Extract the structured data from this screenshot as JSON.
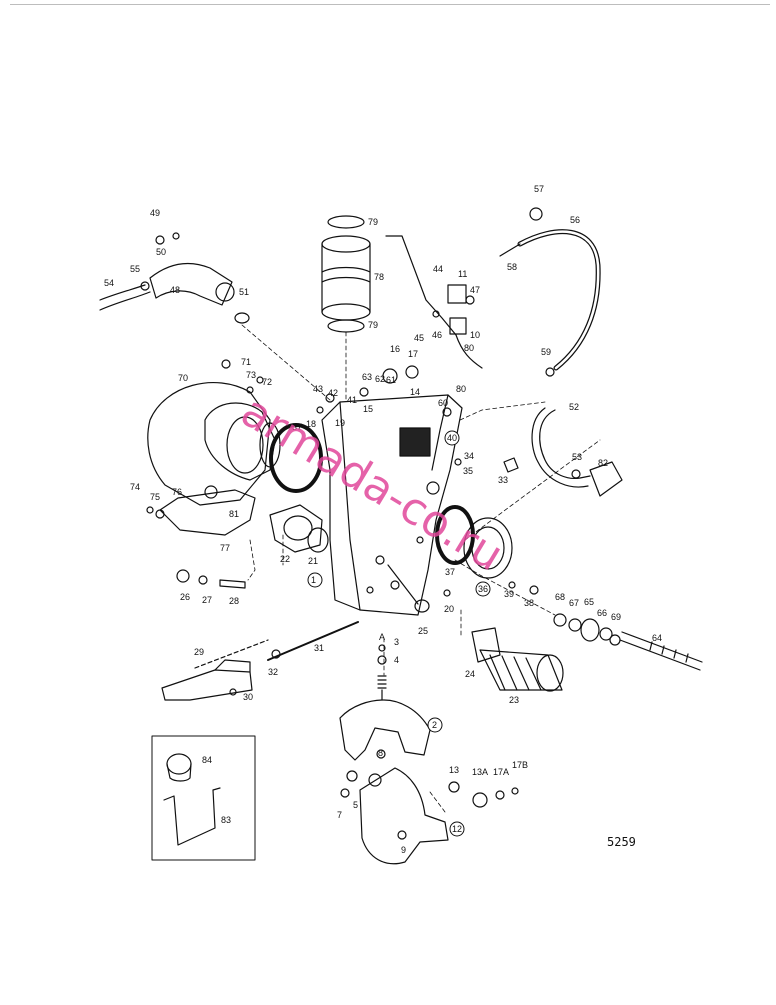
{
  "figure_number": "5259",
  "watermark": "armada-co.ru",
  "labels": [
    "1",
    "2",
    "3",
    "4",
    "5",
    "7",
    "8",
    "9",
    "10",
    "11",
    "12",
    "13",
    "13A",
    "14",
    "15",
    "16",
    "17",
    "17A",
    "17B",
    "18",
    "19",
    "20",
    "21",
    "22",
    "23",
    "24",
    "25",
    "26",
    "27",
    "28",
    "29",
    "30",
    "31",
    "32",
    "33",
    "34",
    "35",
    "36",
    "37",
    "38",
    "39",
    "40",
    "41",
    "42",
    "43",
    "44",
    "45",
    "46",
    "47",
    "48",
    "49",
    "50",
    "51",
    "52",
    "53",
    "54",
    "55",
    "56",
    "57",
    "58",
    "59",
    "60",
    "61",
    "62",
    "63",
    "64",
    "65",
    "66",
    "67",
    "68",
    "69",
    "70",
    "71",
    "72",
    "73",
    "74",
    "75",
    "76",
    "77",
    "78",
    "79",
    "80",
    "81",
    "82",
    "83",
    "84",
    "A"
  ],
  "circled_labels": [
    "1",
    "2",
    "12",
    "36",
    "40"
  ]
}
